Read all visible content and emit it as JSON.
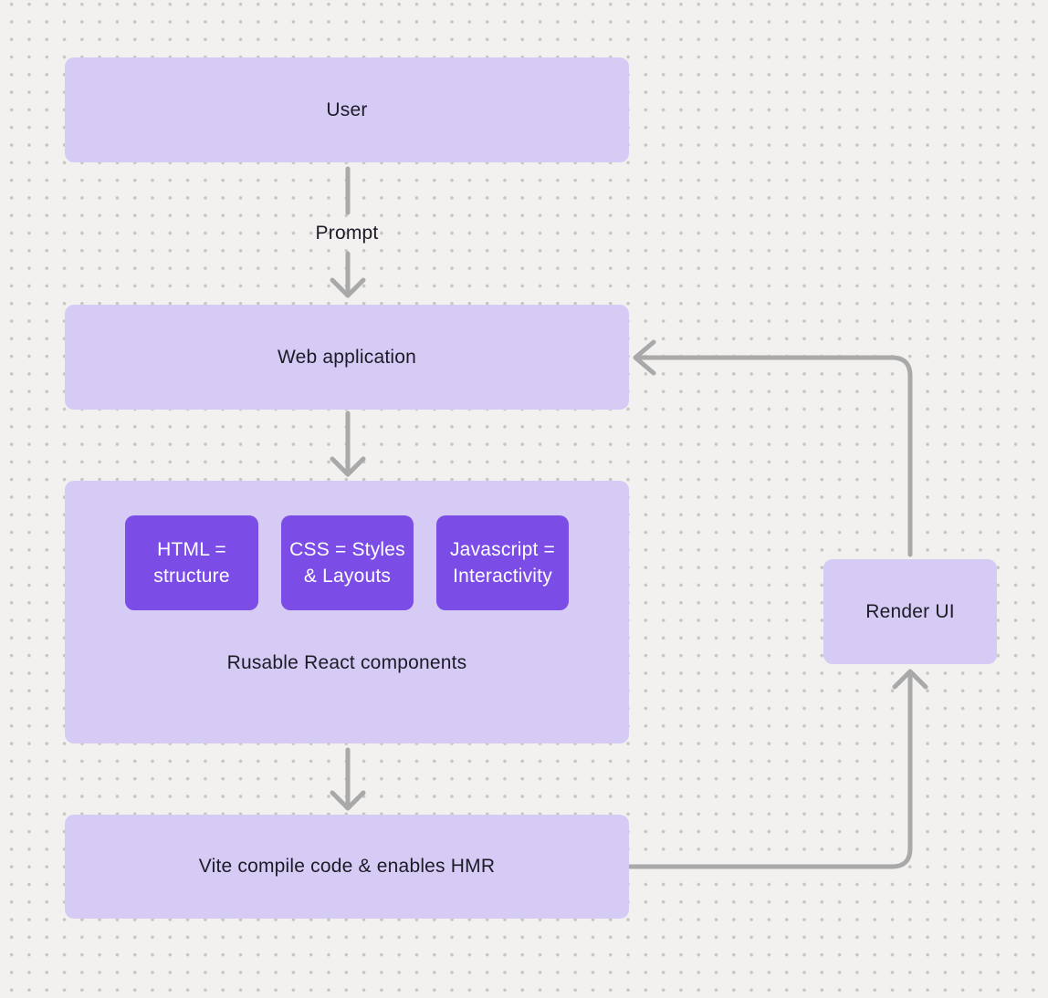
{
  "diagram": {
    "colors": {
      "background": "#f2f1f0",
      "dot": "#c7c5c2",
      "node_fill": "#d6cbf5",
      "node_text": "#1e1a26",
      "accent_fill": "#7b4de6",
      "accent_text": "#ffffff",
      "arrow": "#a9a9a9"
    },
    "nodes": {
      "user": {
        "label": "User"
      },
      "web_app": {
        "label": "Web application"
      },
      "components_group": {
        "caption": "Rusable React components",
        "children": [
          {
            "lines": [
              "HTML =",
              "structure"
            ]
          },
          {
            "lines": [
              "CSS = Styles",
              "& Layouts"
            ]
          },
          {
            "lines": [
              "Javascript =",
              "Interactivity"
            ]
          }
        ]
      },
      "vite": {
        "label": "Vite compile code & enables HMR"
      },
      "render_ui": {
        "label": "Render UI"
      }
    },
    "edges": [
      {
        "from": "user",
        "to": "web_app",
        "label": "Prompt"
      },
      {
        "from": "web_app",
        "to": "components_group",
        "label": ""
      },
      {
        "from": "components_group",
        "to": "vite",
        "label": ""
      },
      {
        "from": "vite",
        "to": "render_ui",
        "label": ""
      },
      {
        "from": "render_ui",
        "to": "web_app",
        "label": ""
      }
    ]
  }
}
